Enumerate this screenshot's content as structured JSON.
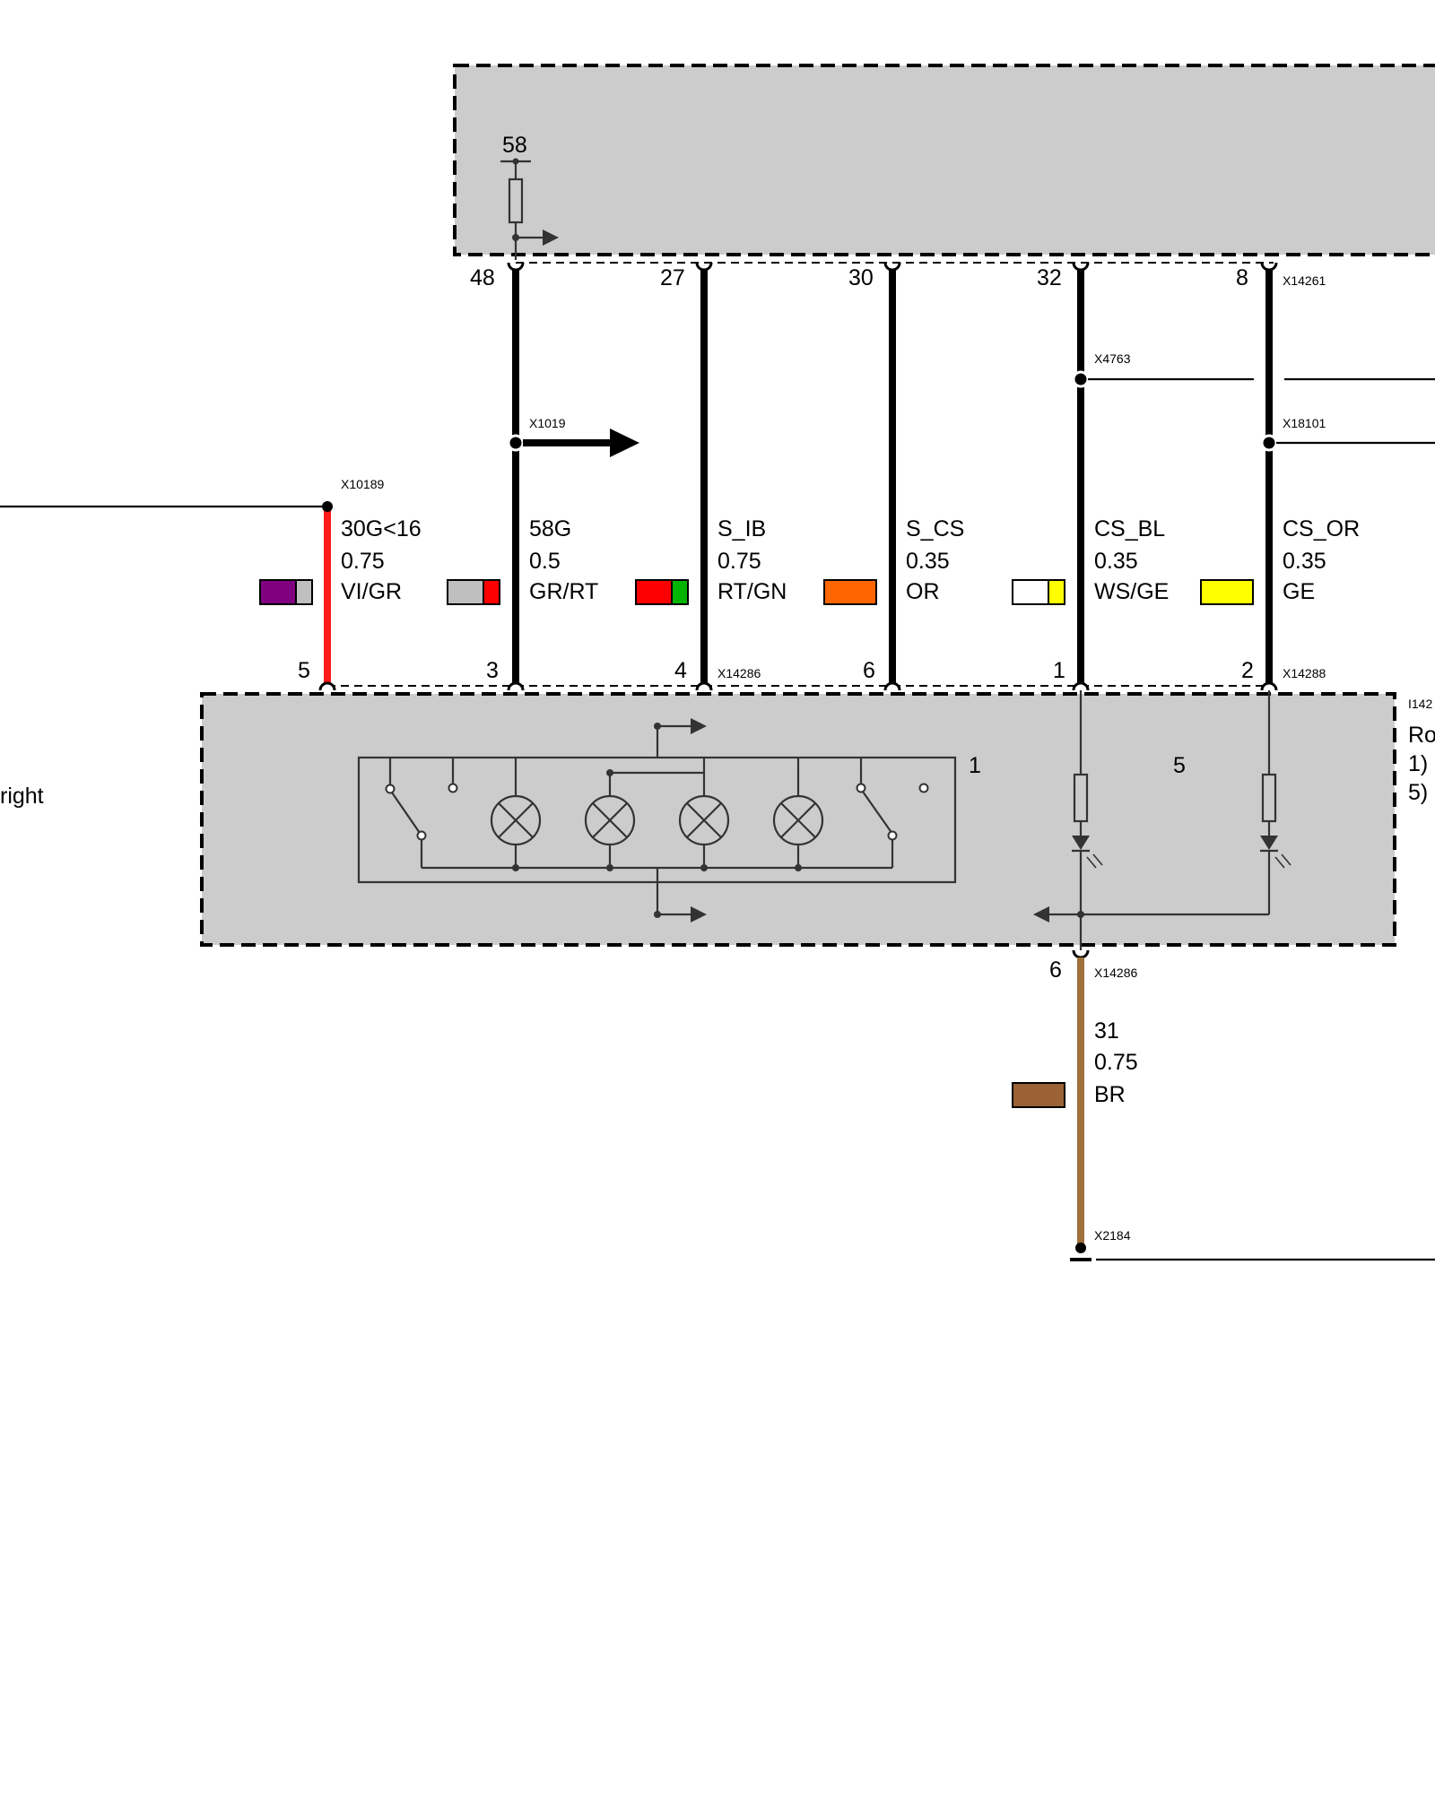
{
  "top_module": {
    "pin_58_label": "58",
    "connector_id": "X14261"
  },
  "pins_top": [
    "48",
    "27",
    "30",
    "32",
    "8"
  ],
  "splices": {
    "x1019": "X1019",
    "x4763": "X4763",
    "x18101": "X18101",
    "x10189": "X10189",
    "x2184": "X2184"
  },
  "wires": [
    {
      "signal": "30G<16",
      "gauge": "0.75",
      "color_code": "VI/GR",
      "bottom_pin": "5",
      "colors": [
        "#800080",
        "#bfbfbf"
      ],
      "wire_color": "#ff1a1a"
    },
    {
      "signal": "58G",
      "gauge": "0.5",
      "color_code": "GR/RT",
      "bottom_pin": "3",
      "colors": [
        "#bfbfbf",
        "#ff0000"
      ],
      "wire_color": "#000000"
    },
    {
      "signal": "S_IB",
      "gauge": "0.75",
      "color_code": "RT/GN",
      "bottom_pin": "4",
      "colors": [
        "#ff0000",
        "#00b400"
      ],
      "wire_color": "#000000"
    },
    {
      "signal": "S_CS",
      "gauge": "0.35",
      "color_code": "OR",
      "bottom_pin": "6",
      "colors": [
        "#ff6600"
      ],
      "wire_color": "#000000"
    },
    {
      "signal": "CS_BL",
      "gauge": "0.35",
      "color_code": "WS/GE",
      "bottom_pin": "1",
      "colors": [
        "#ffffff",
        "#ffff00"
      ],
      "wire_color": "#000000"
    },
    {
      "signal": "CS_OR",
      "gauge": "0.35",
      "color_code": "GE",
      "bottom_pin": "2",
      "colors": [
        "#ffff00"
      ],
      "wire_color": "#000000"
    }
  ],
  "lower_module": {
    "connector_a": "X14286",
    "connector_b": "X14288",
    "id_partial": "I142",
    "title_partial": "Ro",
    "note_1": "1)",
    "note_5": "5)",
    "label_lamp_block": "1",
    "label_led_block": "5"
  },
  "ground_wire": {
    "pin": "6",
    "connector": "X14286",
    "signal": "31",
    "gauge": "0.75",
    "color_code": "BR",
    "colors": [
      "#9a6235"
    ],
    "wire_color": "#a0703c"
  },
  "left_label": "right"
}
